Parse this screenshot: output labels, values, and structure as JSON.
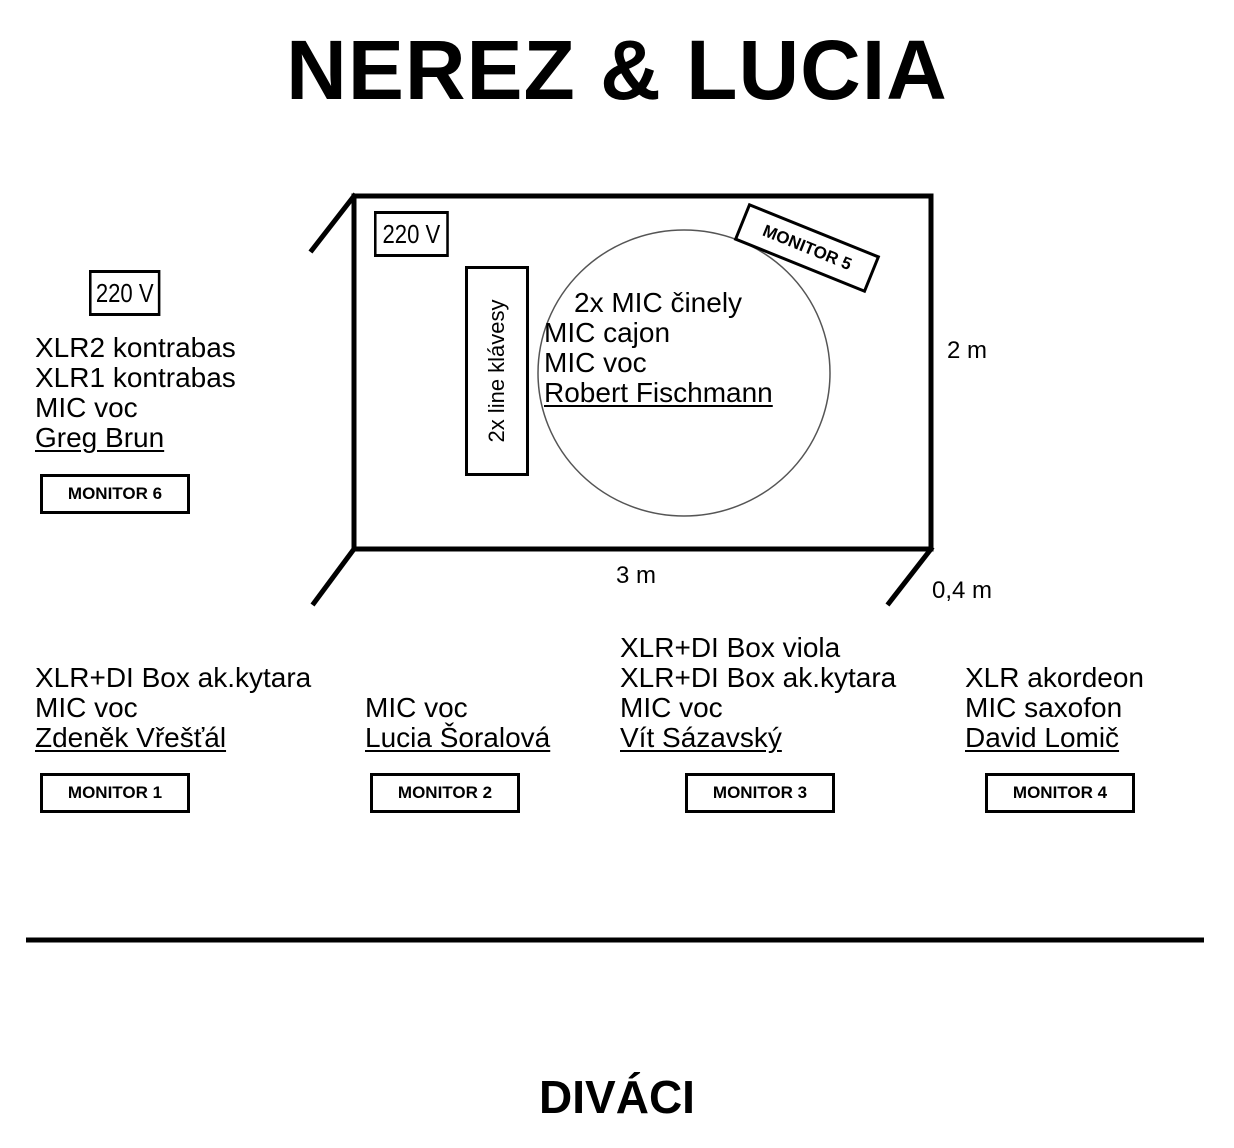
{
  "title": "NEREZ & LUCIA",
  "audience_label": "DIVÁCI",
  "stage": {
    "power": "220 V",
    "keys_label": "2x line klávesy",
    "drum_mics": [
      "2x MIC činely",
      "MIC cajon",
      "MIC voc"
    ],
    "drummer": "Robert Fischmann",
    "monitor": "MONITOR 5",
    "width_label": "3 m",
    "depth_label": "2 m",
    "height_label": "0,4 m"
  },
  "left_station": {
    "power": "220 V",
    "lines": [
      "XLR2 kontrabas",
      "XLR1 kontrabas",
      "MIC voc"
    ],
    "name": "Greg Brun",
    "monitor": "MONITOR 6"
  },
  "front_stations": [
    {
      "lines": [
        "XLR+DI Box ak.kytara",
        "MIC voc"
      ],
      "name": "Zdeněk Vřešťál",
      "monitor": "MONITOR 1"
    },
    {
      "lines": [
        "MIC voc"
      ],
      "name": "Lucia Šoralová",
      "monitor": "MONITOR 2"
    },
    {
      "lines": [
        "XLR+DI Box viola",
        "XLR+DI Box ak.kytara",
        "MIC voc"
      ],
      "name": "Vít Sázavský",
      "monitor": "MONITOR 3"
    },
    {
      "lines": [
        "XLR akordeon",
        "MIC saxofon"
      ],
      "name": "David Lomič",
      "monitor": "MONITOR 4"
    }
  ]
}
